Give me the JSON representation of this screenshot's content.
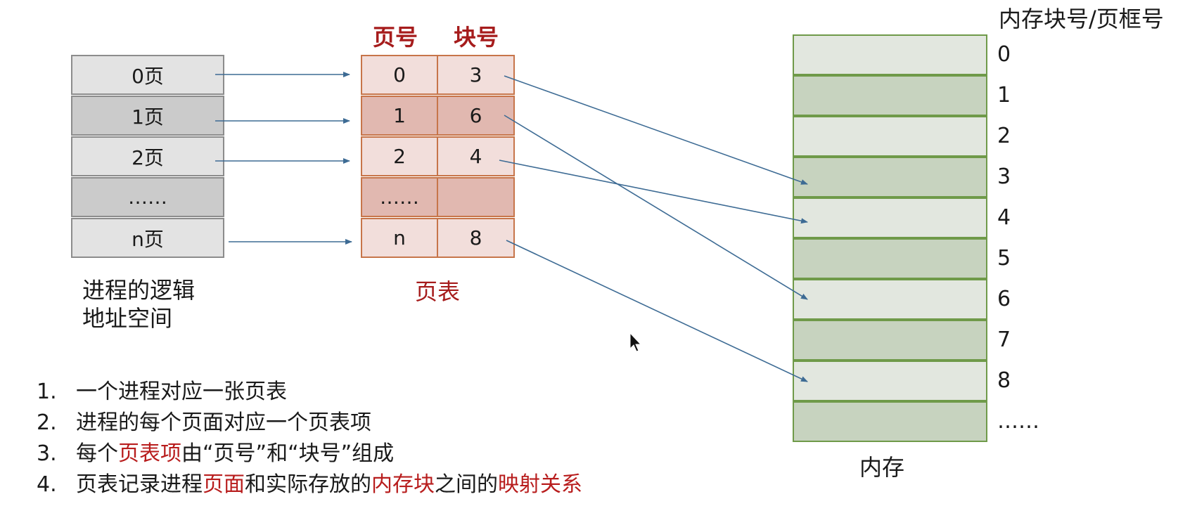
{
  "logical_space": {
    "rows": [
      "0页",
      "1页",
      "2页",
      "……",
      "n页"
    ],
    "caption_line1": "进程的逻辑",
    "caption_line2": "地址空间"
  },
  "page_table": {
    "header_page": "页号",
    "header_block": "块号",
    "rows": [
      {
        "page": "0",
        "block": "3"
      },
      {
        "page": "1",
        "block": "6"
      },
      {
        "page": "2",
        "block": "4"
      },
      {
        "page": "……",
        "block": ""
      },
      {
        "page": "n",
        "block": "8"
      }
    ],
    "caption": "页表"
  },
  "memory": {
    "header": "内存块号/页框号",
    "indices": [
      "0",
      "1",
      "2",
      "3",
      "4",
      "5",
      "6",
      "7",
      "8",
      "……"
    ],
    "caption": "内存"
  },
  "notes": [
    {
      "num": "1.",
      "parts": [
        {
          "t": "一个进程对应一张页表",
          "red": false
        }
      ]
    },
    {
      "num": "2.",
      "parts": [
        {
          "t": "进程的每个页面对应一个页表项",
          "red": false
        }
      ]
    },
    {
      "num": "3.",
      "parts": [
        {
          "t": "每个",
          "red": false
        },
        {
          "t": "页表项",
          "red": true
        },
        {
          "t": "由“页号”和“块号”组成",
          "red": false
        }
      ]
    },
    {
      "num": "4.",
      "parts": [
        {
          "t": "页表记录进程",
          "red": false
        },
        {
          "t": "页面",
          "red": true
        },
        {
          "t": "和实际存放的",
          "red": false
        },
        {
          "t": "内存块",
          "red": true
        },
        {
          "t": "之间的",
          "red": false
        },
        {
          "t": "映射关系",
          "red": true
        }
      ]
    }
  ],
  "colors": {
    "arrow": "#3d6b94",
    "highlight_red": "#b81d1d",
    "page_table_border": "#c7754a",
    "memory_border": "#6f9a49"
  }
}
